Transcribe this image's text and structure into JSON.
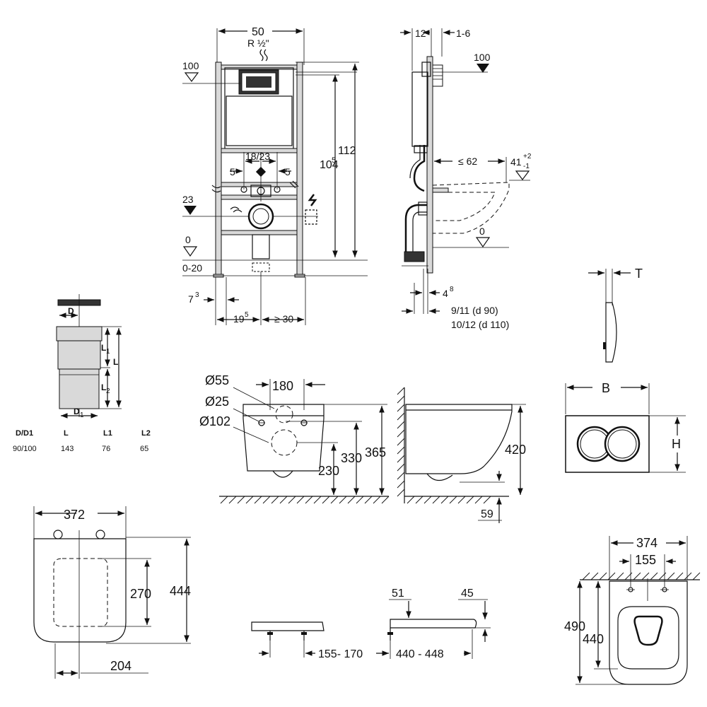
{
  "frame_front": {
    "width": "50",
    "thread": "R ½\"",
    "level_100": "100",
    "level_23": "23",
    "level_0": "0",
    "level_0_20": "0-20",
    "spacing": "18/23",
    "offset_left": "5",
    "offset_right": "5",
    "height_112": "112",
    "height_104": "104",
    "height_104_sup": "5",
    "left_7": "7",
    "left_7_sup": "3",
    "left_19": "19",
    "left_19_sup": "5",
    "right_30": "≥ 30"
  },
  "frame_side": {
    "depth_12": "12",
    "depth_1_6": "1-6",
    "level_100": "100",
    "max_62": "≤ 62",
    "h_41": "41",
    "h_41_sup": "+2",
    "h_41_sub": "-1",
    "level_0": "0",
    "d_4": "4",
    "d_4_sup": "8",
    "d90": "9/11   (d 90)",
    "d110": "10/12 (d 110)"
  },
  "pipe_adapter": {
    "d_label": "D",
    "d1_label": "D",
    "l1_label": "L",
    "l2_label": "L",
    "table_headers": [
      "D/D1",
      "L",
      "L1",
      "L2"
    ],
    "table_row": [
      "90/100",
      "143",
      "76",
      "65"
    ]
  },
  "plate": {
    "t_label": "T",
    "b_label": "B",
    "h_label": "H"
  },
  "bowl_front": {
    "d55": "Ø55",
    "d25": "Ø25",
    "d102": "Ø102",
    "w180": "180",
    "h230": "230",
    "h330": "330",
    "h365": "365"
  },
  "bowl_side": {
    "h420": "420",
    "h59": "59"
  },
  "seat_top": {
    "w372": "372",
    "h270": "270",
    "h444": "444",
    "w204": "204"
  },
  "seat_side": {
    "span": "155- 170",
    "t51": "51",
    "t45": "45",
    "length": "440 - 448"
  },
  "bowl_top": {
    "w374": "374",
    "w155": "155",
    "h490": "490",
    "h440": "440"
  }
}
